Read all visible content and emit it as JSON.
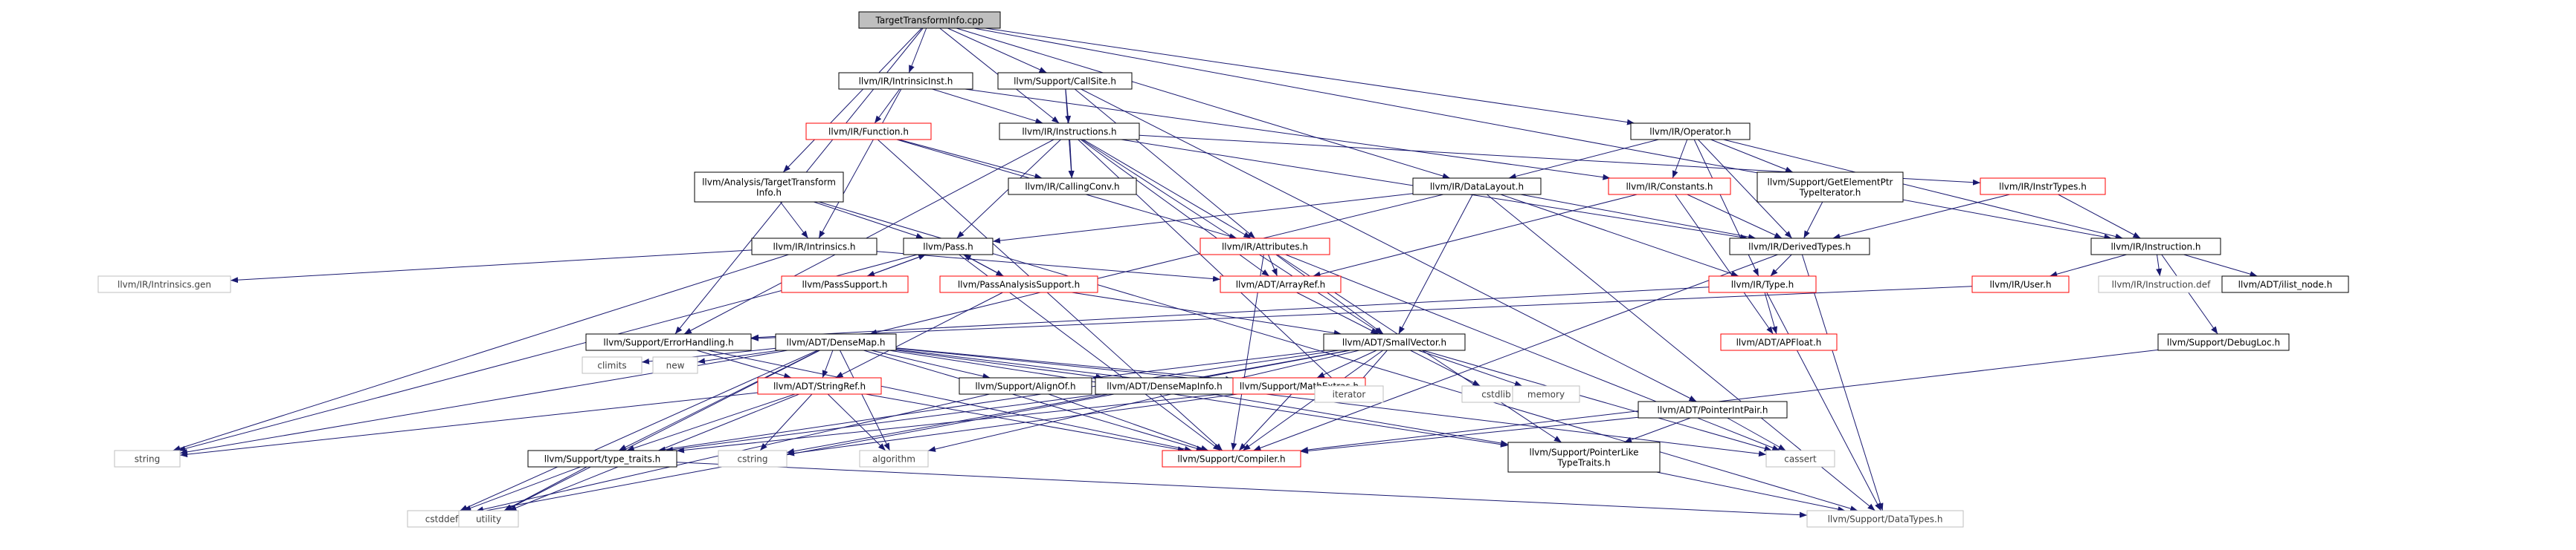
{
  "colors": {
    "edge": "#191970",
    "root_fill": "#bfbfbf",
    "border_black": "#000000",
    "border_red": "#ff0000",
    "border_grey": "#bfbfbf",
    "text_black": "#000000",
    "text_grey": "#404040"
  },
  "nodes": [
    {
      "id": "root",
      "label": "TargetTransformInfo.cpp",
      "kind": "root"
    },
    {
      "id": "intrinsicinst",
      "label": "llvm/IR/IntrinsicInst.h",
      "kind": "black"
    },
    {
      "id": "callsite",
      "label": "llvm/Support/CallSite.h",
      "kind": "black"
    },
    {
      "id": "operator",
      "label": "llvm/IR/Operator.h",
      "kind": "black"
    },
    {
      "id": "function",
      "label": "llvm/IR/Function.h",
      "kind": "red"
    },
    {
      "id": "instructions",
      "label": "llvm/IR/Instructions.h",
      "kind": "black"
    },
    {
      "id": "analysis_tti",
      "label": [
        "llvm/Analysis/TargetTransform",
        "Info.h"
      ],
      "kind": "black"
    },
    {
      "id": "callingconv",
      "label": "llvm/IR/CallingConv.h",
      "kind": "black"
    },
    {
      "id": "datalayout",
      "label": "llvm/IR/DataLayout.h",
      "kind": "black"
    },
    {
      "id": "constants",
      "label": "llvm/IR/Constants.h",
      "kind": "red"
    },
    {
      "id": "gep",
      "label": [
        "llvm/Support/GetElementPtr",
        "TypeIterator.h"
      ],
      "kind": "black"
    },
    {
      "id": "instrtypes",
      "label": "llvm/IR/InstrTypes.h",
      "kind": "red"
    },
    {
      "id": "intrinsics",
      "label": "llvm/IR/Intrinsics.h",
      "kind": "black"
    },
    {
      "id": "pass",
      "label": "llvm/Pass.h",
      "kind": "black"
    },
    {
      "id": "attributes",
      "label": "llvm/IR/Attributes.h",
      "kind": "red"
    },
    {
      "id": "derivedtypes",
      "label": "llvm/IR/DerivedTypes.h",
      "kind": "black"
    },
    {
      "id": "instruction",
      "label": "llvm/IR/Instruction.h",
      "kind": "black"
    },
    {
      "id": "intrinsics_gen",
      "label": "llvm/IR/Intrinsics.gen",
      "kind": "grey"
    },
    {
      "id": "passsupport",
      "label": "llvm/PassSupport.h",
      "kind": "red"
    },
    {
      "id": "passanalysis",
      "label": "llvm/PassAnalysisSupport.h",
      "kind": "red"
    },
    {
      "id": "arrayref",
      "label": "llvm/ADT/ArrayRef.h",
      "kind": "red"
    },
    {
      "id": "type",
      "label": "llvm/IR/Type.h",
      "kind": "red"
    },
    {
      "id": "user",
      "label": "llvm/IR/User.h",
      "kind": "red"
    },
    {
      "id": "instruction_def",
      "label": "llvm/IR/Instruction.def",
      "kind": "grey"
    },
    {
      "id": "ilist_node",
      "label": "llvm/ADT/ilist_node.h",
      "kind": "black"
    },
    {
      "id": "errorhandling",
      "label": "llvm/Support/ErrorHandling.h",
      "kind": "black"
    },
    {
      "id": "densemap",
      "label": "llvm/ADT/DenseMap.h",
      "kind": "black"
    },
    {
      "id": "smallvector",
      "label": "llvm/ADT/SmallVector.h",
      "kind": "black"
    },
    {
      "id": "apfloat",
      "label": "llvm/ADT/APFloat.h",
      "kind": "red"
    },
    {
      "id": "debugloc",
      "label": "llvm/Support/DebugLoc.h",
      "kind": "black"
    },
    {
      "id": "climits",
      "label": "climits",
      "kind": "grey"
    },
    {
      "id": "new",
      "label": "new",
      "kind": "grey"
    },
    {
      "id": "stringref",
      "label": "llvm/ADT/StringRef.h",
      "kind": "red"
    },
    {
      "id": "alignof",
      "label": "llvm/Support/AlignOf.h",
      "kind": "black"
    },
    {
      "id": "densemapinfo",
      "label": "llvm/ADT/DenseMapInfo.h",
      "kind": "black"
    },
    {
      "id": "mathextras",
      "label": "llvm/Support/MathExtras.h",
      "kind": "red"
    },
    {
      "id": "iterator",
      "label": "iterator",
      "kind": "grey"
    },
    {
      "id": "cstdlib",
      "label": "cstdlib",
      "kind": "grey"
    },
    {
      "id": "memory",
      "label": "memory",
      "kind": "grey"
    },
    {
      "id": "pointerintpair",
      "label": "llvm/ADT/PointerIntPair.h",
      "kind": "black"
    },
    {
      "id": "string",
      "label": "string",
      "kind": "grey"
    },
    {
      "id": "type_traits",
      "label": "llvm/Support/type_traits.h",
      "kind": "black"
    },
    {
      "id": "cstring",
      "label": "cstring",
      "kind": "grey"
    },
    {
      "id": "algorithm",
      "label": "algorithm",
      "kind": "grey"
    },
    {
      "id": "compiler",
      "label": "llvm/Support/Compiler.h",
      "kind": "red"
    },
    {
      "id": "pointerlike",
      "label": [
        "llvm/Support/PointerLike",
        "TypeTraits.h"
      ],
      "kind": "black"
    },
    {
      "id": "cassert",
      "label": "cassert",
      "kind": "grey"
    },
    {
      "id": "cstddef",
      "label": "cstddef",
      "kind": "grey"
    },
    {
      "id": "utility",
      "label": "utility",
      "kind": "grey"
    },
    {
      "id": "datatypes",
      "label": "llvm/Support/DataTypes.h",
      "kind": "grey"
    }
  ],
  "edges": [
    [
      "root",
      "intrinsicinst"
    ],
    [
      "root",
      "callsite"
    ],
    [
      "root",
      "operator"
    ],
    [
      "root",
      "instructions"
    ],
    [
      "root",
      "analysis_tti"
    ],
    [
      "root",
      "datalayout"
    ],
    [
      "root",
      "instruction"
    ],
    [
      "root",
      "errorhandling"
    ],
    [
      "intrinsicinst",
      "function"
    ],
    [
      "intrinsicinst",
      "instructions"
    ],
    [
      "intrinsicinst",
      "intrinsics"
    ],
    [
      "intrinsicinst",
      "constants"
    ],
    [
      "callsite",
      "instructions"
    ],
    [
      "callsite",
      "attributes"
    ],
    [
      "callsite",
      "callingconv"
    ],
    [
      "callsite",
      "pointerintpair"
    ],
    [
      "operator",
      "datalayout"
    ],
    [
      "operator",
      "constants"
    ],
    [
      "operator",
      "derivedtypes"
    ],
    [
      "operator",
      "instruction"
    ],
    [
      "operator",
      "gep"
    ],
    [
      "operator",
      "type"
    ],
    [
      "function",
      "callingconv"
    ],
    [
      "function",
      "attributes"
    ],
    [
      "function",
      "compiler"
    ],
    [
      "instructions",
      "callingconv"
    ],
    [
      "instructions",
      "instrtypes"
    ],
    [
      "instructions",
      "derivedtypes"
    ],
    [
      "instructions",
      "attributes"
    ],
    [
      "instructions",
      "arrayref"
    ],
    [
      "instructions",
      "smallvector"
    ],
    [
      "instructions",
      "errorhandling"
    ],
    [
      "instructions",
      "pass"
    ],
    [
      "instructions",
      "iterator"
    ],
    [
      "analysis_tti",
      "intrinsics"
    ],
    [
      "analysis_tti",
      "pass"
    ],
    [
      "analysis_tti",
      "datatypes"
    ],
    [
      "datalayout",
      "derivedtypes"
    ],
    [
      "datalayout",
      "densemap"
    ],
    [
      "datalayout",
      "smallvector"
    ],
    [
      "datalayout",
      "type"
    ],
    [
      "datalayout",
      "pass"
    ],
    [
      "datalayout",
      "datatypes"
    ],
    [
      "constants",
      "derivedtypes"
    ],
    [
      "constants",
      "apfloat"
    ],
    [
      "constants",
      "arrayref"
    ],
    [
      "gep",
      "derivedtypes"
    ],
    [
      "instrtypes",
      "instruction"
    ],
    [
      "instrtypes",
      "derivedtypes"
    ],
    [
      "intrinsics",
      "intrinsics_gen"
    ],
    [
      "intrinsics",
      "arrayref"
    ],
    [
      "intrinsics",
      "string"
    ],
    [
      "pass",
      "passsupport"
    ],
    [
      "pass",
      "passanalysis"
    ],
    [
      "pass",
      "string"
    ],
    [
      "pass",
      "compiler"
    ],
    [
      "attributes",
      "arrayref"
    ],
    [
      "attributes",
      "smallvector"
    ],
    [
      "attributes",
      "pointerlike"
    ],
    [
      "attributes",
      "compiler"
    ],
    [
      "attributes",
      "cassert"
    ],
    [
      "derivedtypes",
      "type"
    ],
    [
      "derivedtypes",
      "compiler"
    ],
    [
      "derivedtypes",
      "datatypes"
    ],
    [
      "instruction",
      "user"
    ],
    [
      "instruction",
      "instruction_def"
    ],
    [
      "instruction",
      "ilist_node"
    ],
    [
      "instruction",
      "debugloc"
    ],
    [
      "passsupport",
      "pass"
    ],
    [
      "passanalysis",
      "pass"
    ],
    [
      "passanalysis",
      "smallvector"
    ],
    [
      "passanalysis",
      "stringref"
    ],
    [
      "arrayref",
      "smallvector"
    ],
    [
      "type",
      "apfloat"
    ],
    [
      "type",
      "errorhandling"
    ],
    [
      "type",
      "datatypes"
    ],
    [
      "user",
      "errorhandling"
    ],
    [
      "errorhandling",
      "compiler"
    ],
    [
      "errorhandling",
      "stringref"
    ],
    [
      "densemap",
      "climits"
    ],
    [
      "densemap",
      "new"
    ],
    [
      "densemap",
      "stringref"
    ],
    [
      "densemap",
      "alignof"
    ],
    [
      "densemap",
      "densemapinfo"
    ],
    [
      "densemap",
      "mathextras"
    ],
    [
      "densemap",
      "iterator"
    ],
    [
      "densemap",
      "pointerlike"
    ],
    [
      "densemap",
      "algorithm"
    ],
    [
      "densemap",
      "compiler"
    ],
    [
      "densemap",
      "cassert"
    ],
    [
      "densemap",
      "cstddef"
    ],
    [
      "densemap",
      "utility"
    ],
    [
      "densemap",
      "type_traits"
    ],
    [
      "densemap",
      "string"
    ],
    [
      "smallvector",
      "alignof"
    ],
    [
      "smallvector",
      "mathextras"
    ],
    [
      "smallvector",
      "iterator"
    ],
    [
      "smallvector",
      "cstdlib"
    ],
    [
      "smallvector",
      "memory"
    ],
    [
      "smallvector",
      "compiler"
    ],
    [
      "smallvector",
      "cassert"
    ],
    [
      "smallvector",
      "cstddef"
    ],
    [
      "smallvector",
      "type_traits"
    ],
    [
      "smallvector",
      "cstring"
    ],
    [
      "smallvector",
      "algorithm"
    ],
    [
      "stringref",
      "string"
    ],
    [
      "stringref",
      "type_traits"
    ],
    [
      "stringref",
      "cstring"
    ],
    [
      "stringref",
      "algorithm"
    ],
    [
      "stringref",
      "utility"
    ],
    [
      "stringref",
      "compiler"
    ],
    [
      "alignof",
      "compiler"
    ],
    [
      "alignof",
      "cstddef"
    ],
    [
      "densemapinfo",
      "pointerlike"
    ],
    [
      "densemapinfo",
      "type_traits"
    ],
    [
      "mathextras",
      "compiler"
    ],
    [
      "mathextras",
      "type_traits"
    ],
    [
      "mathextras",
      "cstring"
    ],
    [
      "pointerintpair",
      "compiler"
    ],
    [
      "pointerintpair",
      "pointerlike"
    ],
    [
      "pointerintpair",
      "cassert"
    ],
    [
      "type_traits",
      "cstddef"
    ],
    [
      "type_traits",
      "utility"
    ],
    [
      "type_traits",
      "datatypes"
    ],
    [
      "pointerlike",
      "datatypes"
    ],
    [
      "debugloc",
      "compiler"
    ]
  ]
}
